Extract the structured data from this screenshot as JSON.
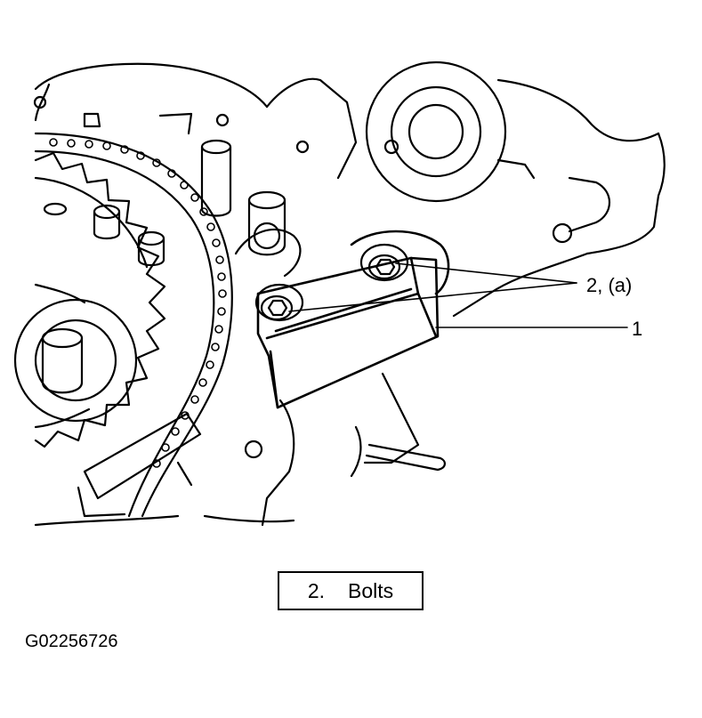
{
  "callouts": {
    "bolts_label": "2, (a)",
    "part_label": "1"
  },
  "legend": {
    "number": "2.",
    "text": "Bolts"
  },
  "figure_id": "G02256726",
  "colors": {
    "line": "#000000",
    "background": "#ffffff"
  }
}
